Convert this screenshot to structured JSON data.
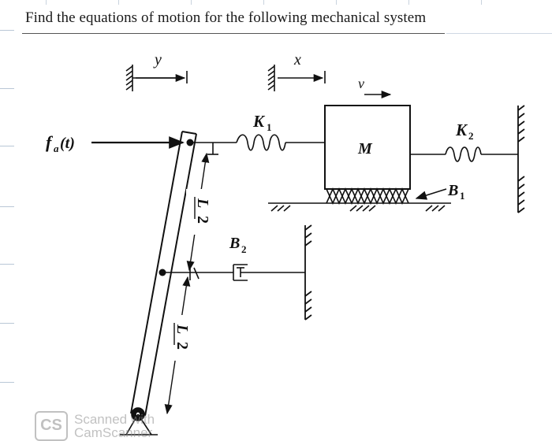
{
  "question": "Find the equations of motion for the following mechanical system",
  "labels": {
    "force": "f",
    "force_sub": "a",
    "force_arg": "(t)",
    "disp_y": "y",
    "disp_x": "x",
    "velocity": "v",
    "spring1": "K",
    "spring1_sub": "1",
    "mass": "M",
    "spring2": "K",
    "spring2_sub": "2",
    "damper1": "B",
    "damper1_sub": "1",
    "damper2": "B",
    "damper2_sub": "2",
    "half_len_num": "L",
    "half_len_den": "2"
  },
  "watermark": {
    "badge": "CS",
    "line1": "Scanned with",
    "line2": "CamScanner"
  }
}
